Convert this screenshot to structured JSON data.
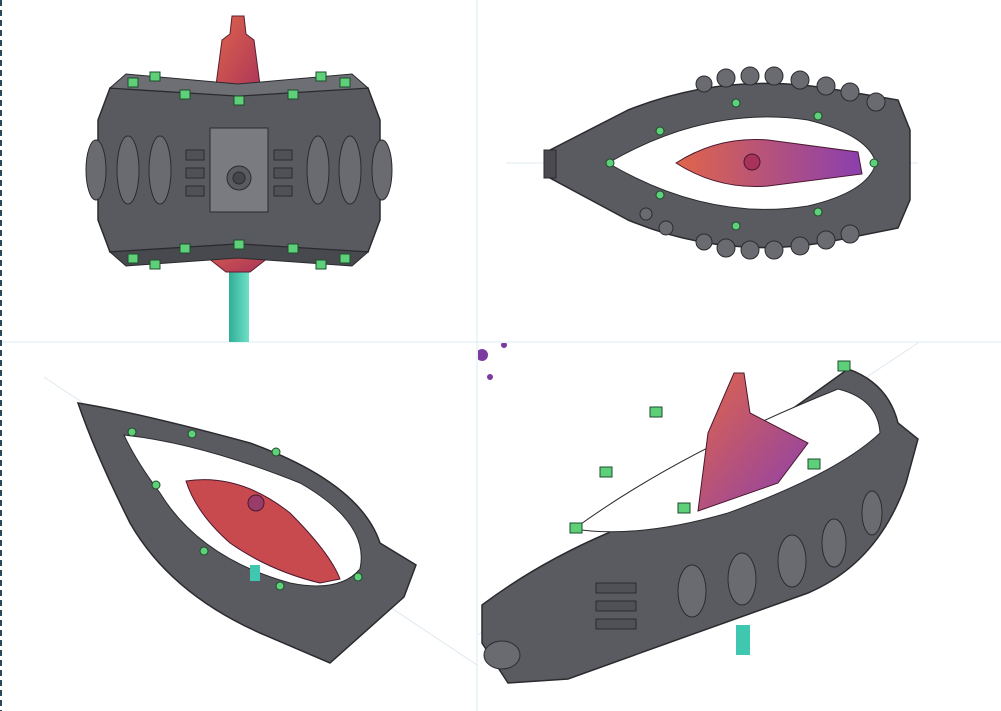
{
  "window": {
    "background": "#ffffff",
    "divider_color": "#cfe6ee"
  },
  "viewports": [
    {
      "view": "top",
      "label": ""
    },
    {
      "view": "front",
      "label": ""
    },
    {
      "view": "left-iso",
      "label": ""
    },
    {
      "view": "right-iso",
      "label": ""
    }
  ],
  "colors": {
    "hull_dark": "#4b4b4f",
    "hull_mid": "#6a6a70",
    "hull_light": "#8c8c93",
    "core_red": "#d2514a",
    "core_purple": "#8a3fae",
    "beacon_green": "#5fd07a",
    "mast_teal": "#3fc7b0",
    "ucs_line": "#dfe9ee"
  },
  "icons": {
    "beacon": "green-beacon-icon",
    "mast": "teal-mast-icon"
  }
}
